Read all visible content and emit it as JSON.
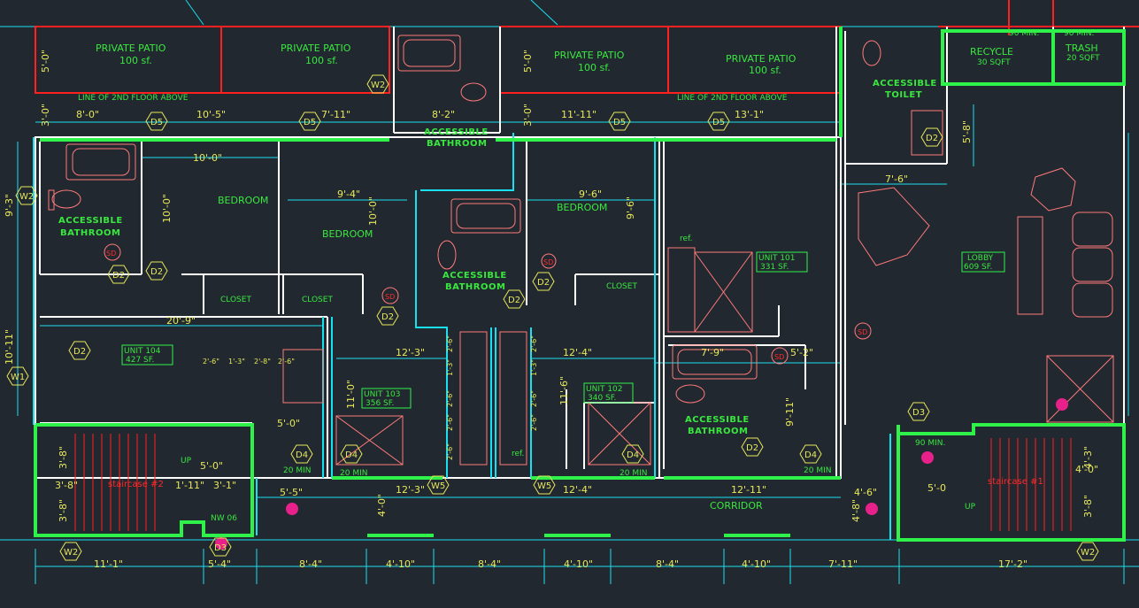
{
  "patios": {
    "p1": {
      "name": "PRIVATE PATIO",
      "area": "100 sf."
    },
    "p2": {
      "name": "PRIVATE PATIO",
      "area": "100 sf."
    },
    "p3": {
      "name": "PRIVATE PATIO",
      "area": "100 sf."
    },
    "p4": {
      "name": "PRIVATE PATIO",
      "area": "100 sf."
    }
  },
  "services": {
    "recycle": {
      "name": "RECYCLE",
      "area": "30 SQFT"
    },
    "trash": {
      "name": "TRASH",
      "area": "20 SQFT"
    },
    "min90a": "90 MIN.",
    "min90b": "90 MIN.",
    "min90c": "90 MIN."
  },
  "notes": {
    "floor_above_1": "LINE OF 2ND FLOOR ABOVE",
    "floor_above_2": "LINE OF 2ND FLOOR ABOVE"
  },
  "rooms": {
    "bedroom1": "BEDROOM",
    "bedroom2": "BEDROOM",
    "bedroom3": "BEDROOM",
    "closet1": "CLOSET",
    "closet2": "CLOSET",
    "closet3": "CLOSET",
    "bath1": [
      "ACCESSIBLE",
      "BATHROOM"
    ],
    "bath2": [
      "ACCESSIBLE",
      "BATHROOM"
    ],
    "bath3": [
      "ACCESSIBLE",
      "BATHROOM"
    ],
    "bath4": [
      "ACCESSIBLE",
      "BATHROOM"
    ],
    "toilet": [
      "ACCESSIBLE",
      "TOILET"
    ],
    "corridor": "CORRIDOR",
    "stair1": "staircase #1",
    "stair2": "staircase #2"
  },
  "units": {
    "u101": {
      "name": "UNIT 101",
      "area": "331 SF."
    },
    "u102": {
      "name": "UNIT 102",
      "area": "340 SF."
    },
    "u103": {
      "name": "UNIT 103",
      "area": "356 SF."
    },
    "u104": {
      "name": "UNIT 104",
      "area": "427 SF."
    },
    "lobby": {
      "name": "LOBBY",
      "area": "609 SF."
    }
  },
  "tags": {
    "d2": "D2",
    "d3": "D3",
    "d4": "D4",
    "d5": "D5",
    "w1": "W1",
    "w2": "W2",
    "w5": "W5",
    "sd": "SD",
    "up": "UP",
    "ref": "ref.",
    "min20": "20 MIN",
    "nw": "NW 06"
  },
  "dims": {
    "patio1_depth": "5'-0\"",
    "patio3_depth": "5'-0\"",
    "floor_above_1": "3'-0\"",
    "floor_above_2": "3'-0\"",
    "top_8_0": "8'-0\"",
    "top_10_5": "10'-5\"",
    "top_7_11": "7'-11\"",
    "top_8_2": "8'-2\"",
    "top_11_11": "11'-11\"",
    "top_13_1": "13'-1\"",
    "bed1_w": "10'-0\"",
    "bed1_h": "10'-0\"",
    "bed2_w": "9'-4\"",
    "bed2_h": "10'-0\"",
    "bed3_w": "9'-6\"",
    "bed3_h": "9'-6\"",
    "left_9_3": "9'-3\"",
    "left_10_11": "10'-11\"",
    "u104_w": "20'-9\"",
    "u103_w": "12'-3\"",
    "u103_h": "11'-0\"",
    "u102_w": "12'-4\"",
    "u102_h": "11'-6\"",
    "u101_bath_w": "7'-9\"",
    "u101_5_2": "5'-2\"",
    "u101_h": "9'-11\"",
    "lobby_w": "7'-6\"",
    "lobby_toilet": "5'-8\"",
    "kitchen_2_6a": "2'-6\"",
    "kitchen_1_3": "1'-3\"",
    "kitchen_2_8": "2'-8\"",
    "kitchen_2_6b": "2'-6\"",
    "k_2_6c": "2'-6\"",
    "k_1_3b": "1'-3\"",
    "k_2_6d": "2'-6\"",
    "k_2_6e": "2'-6\"",
    "k_1_3c": "1'-3\"",
    "k_2_6f": "2'-6\"",
    "k_2_6g": "2'-6\"",
    "k_2_6h": "2'-6\"",
    "k_2_6i": "2'-6\"",
    "hall_5_0": "5'-0\"",
    "stair2_5_0": "5'-0\"",
    "stair2_1_11": "1'-11\"",
    "stair2_3_1": "3'-1\"",
    "stair2_3_8a": "3'-8\"",
    "stair2_3_8b": "3'-8\"",
    "stair2_3_8c": "3'-8\"",
    "corr_5_5": "5'-5\"",
    "corr_4_0": "4'-0\"",
    "corr_12_3": "12'-3\"",
    "corr_12_4": "12'-4\"",
    "corr_12_11": "12'-11\"",
    "corr_4_6": "4'-6\"",
    "corr_4_8": "4'-8\"",
    "stair1_5_0": "5'-0",
    "stair1_4_0": "4'-0\"",
    "stair1_3_8": "3'-8\"",
    "stair1_4_3": "4'-3\"",
    "bot_11_1": "11'-1\"",
    "bot_5_4": "5'-4\"",
    "bot_8_4a": "8'-4\"",
    "bot_4_10a": "4'-10\"",
    "bot_8_4b": "8'-4\"",
    "bot_4_10b": "4'-10\"",
    "bot_8_4c": "8'-4\"",
    "bot_4_10c": "4'-10\"",
    "bot_7_11": "7'-11\"",
    "bot_17_2": "17'-2\""
  },
  "colors": {
    "background": "#212830",
    "room_label": "#39e83f",
    "dimension": "#e8e85a",
    "wall_cyan": "#19e0f0",
    "wall_red": "#ff2020",
    "wall_green": "#2ef24a",
    "fixture": "#ff7a7a"
  }
}
